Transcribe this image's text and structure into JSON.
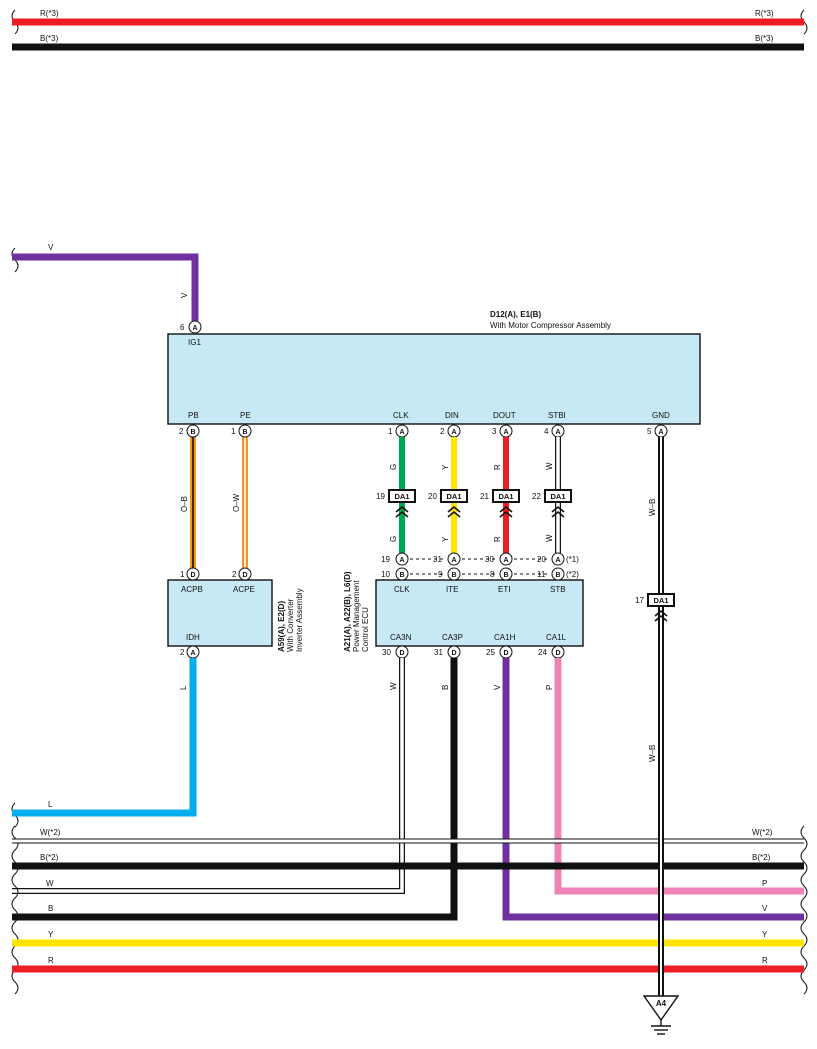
{
  "top_bus": [
    {
      "left": "R(*3)",
      "right": "R(*3)",
      "color": "#ee1c24"
    },
    {
      "left": "B(*3)",
      "right": "B(*3)",
      "color": "#111111"
    }
  ],
  "v_feed": {
    "label": "V",
    "wire_label": "V",
    "color": "#7030a0"
  },
  "compressor": {
    "title": "D12(A), E1(B)",
    "subtitle": "With Motor Compressor Assembly",
    "ig1_label": "IG1",
    "ig1_pin": "6",
    "ig1_conn": "A",
    "terminals": [
      {
        "name": "PB",
        "pin": "2",
        "conn": "B"
      },
      {
        "name": "PE",
        "pin": "1",
        "conn": "B"
      },
      {
        "name": "CLK",
        "pin": "1",
        "conn": "A"
      },
      {
        "name": "DIN",
        "pin": "2",
        "conn": "A"
      },
      {
        "name": "DOUT",
        "pin": "3",
        "conn": "A"
      },
      {
        "name": "STBI",
        "pin": "4",
        "conn": "A"
      },
      {
        "name": "GND",
        "pin": "5",
        "conn": "A"
      }
    ]
  },
  "converter": {
    "title": "A59(A), E2(D)",
    "line2": "With Converter",
    "line3": "Inverter Assembly",
    "terminals_top": [
      {
        "name": "ACPB",
        "pin": "1",
        "conn": "D"
      },
      {
        "name": "ACPE",
        "pin": "2",
        "conn": "D"
      }
    ],
    "idh": {
      "name": "IDH",
      "pin": "2",
      "conn": "A"
    },
    "wires": {
      "pb": "O–B",
      "pe": "O–W",
      "idh": "L"
    }
  },
  "ecu": {
    "title": "A21(A), A22(B), L6(D)",
    "line2": "Power Management",
    "line3": "Control ECU",
    "terminals_top": [
      {
        "name": "CLK",
        "pinA": "19",
        "pinB": "10"
      },
      {
        "name": "ITE",
        "pinA": "31",
        "pinB": "9"
      },
      {
        "name": "ETI",
        "pinA": "30",
        "pinB": "8"
      },
      {
        "name": "STB",
        "pinA": "20",
        "pinB": "11"
      }
    ],
    "note_a": "(*1)",
    "note_b": "(*2)",
    "terminals_bottom": [
      {
        "name": "CA3N",
        "pin": "30",
        "conn": "D",
        "wire": "W"
      },
      {
        "name": "CA3P",
        "pin": "31",
        "conn": "D",
        "wire": "B"
      },
      {
        "name": "CA1H",
        "pin": "25",
        "conn": "D",
        "wire": "V"
      },
      {
        "name": "CA1L",
        "pin": "24",
        "conn": "D",
        "wire": "P"
      }
    ]
  },
  "da_junctions": [
    {
      "pin": "19",
      "label": "DA1",
      "wire": "G"
    },
    {
      "pin": "20",
      "label": "DA1",
      "wire": "Y"
    },
    {
      "pin": "21",
      "label": "DA1",
      "wire": "R"
    },
    {
      "pin": "22",
      "label": "DA1",
      "wire": "W"
    }
  ],
  "gnd_junction": {
    "pin": "17",
    "label": "DA1",
    "wire_top": "W–B",
    "wire_bottom": "W–B"
  },
  "ground": {
    "label": "A4"
  },
  "bottom_bus": [
    {
      "left": "L",
      "right": ""
    },
    {
      "left": "W(*2)",
      "right": "W(*2)"
    },
    {
      "left": "B(*2)",
      "right": "B(*2)"
    },
    {
      "left": "W",
      "right": "P"
    },
    {
      "left": "B",
      "right": "V"
    },
    {
      "left": "Y",
      "right": "Y"
    },
    {
      "left": "R",
      "right": "R"
    }
  ],
  "colors": {
    "red": "#ee1c24",
    "black": "#111111",
    "violet": "#7030a0",
    "orange": "#f7941d",
    "green": "#00a651",
    "yellow": "#ffe600",
    "blue": "#00aeef",
    "pink": "#f283b6"
  }
}
